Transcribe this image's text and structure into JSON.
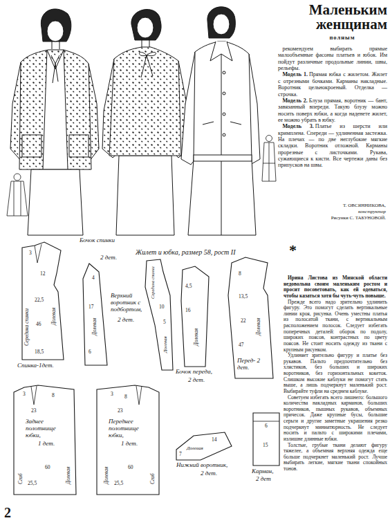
{
  "diagram": {
    "title": "Маленьким женщинам",
    "nodes": [
      {
        "text": [
          "Спинка-1дет."
        ]
      },
      {
        "text": [
          "Бочок спинки",
          "2 дет."
        ]
      },
      {
        "text": [
          "Верхний воротник с подбортом,",
          "2 дет."
        ]
      },
      {
        "text": [
          "Бочок переда,",
          "2 дет."
        ]
      },
      {
        "text": [
          "Перед- 2 дет."
        ]
      },
      {
        "text": [
          "Заднее полотнище юбки,",
          "1 дет."
        ]
      },
      {
        "text": [
          "Переднее полотнище юбки,",
          "1 дет."
        ]
      },
      {
        "text": [
          "Нижний воротник,",
          "2 дет."
        ]
      },
      {
        "text": [
          "Карман,",
          "2 дет"
        ]
      }
    ],
    "labels": [
      "полным",
      "рекомендуем выбирать прямые малообъемные фасоны платьев и юбок. Им пойдут различные продольные линии, швы, рельефы.",
      "Модель 1.",
      "Прямая юбка с жилетом. Жилет с отрезными бочками. Карманы накладные. Воротник цельнокроеный. Отделка — строчка.",
      "Модель 2.",
      "Блуза прямая, воротник — бант, завязанный впереди. Такую блузу можно носить поверх юбки, а когда наденете жилет, ее можно убрать в юбку.",
      "Модель 3.",
      "Платье из шерсти или кримплена. Спереди — удлиненная застежка. На плечах — по две неглубокие мягкие складки. Воротник отложной. Карманы прорезные с листочками. Рукава, сужающиеся к кисти. Все чертежи даны без припусков на швы.",
      "Т. ОВСЯННИКОВА,",
      "конструктор",
      "Рисунки С. ТАБУНОВОЙ.",
      "*",
      "Ирина Листова из Минской области недовольна своим маленьким ростом и просит посоветовать, как ей одеваться, чтобы казаться хотя бы чуть-чуть повыше.",
      "Прежде всего надо зрительно удлинить фигуру. Это помогут сделать вертикальные линии кроя, рисунка. Очень уместны платья из полосатой ткани, с вертикальным расположением полосок. Следует избегать поперечных деталей: оборок по подолу, широких поясов, контрастных по цвету поясов. Не стоит носить одежду из ткани с крупным рисунком.",
      "Удлиняет зрительно фигуру и платье без рукавов. Пальто предпочтительно без хлястиков, без больших и широких воротников, без горизонтальных кокеток. Слишком высокие каблуки не помогут стать выше, а лишь подчеркнут маленький рост. Выбирайте туфли на среднем каблуке.",
      "Советуем избегать всего лишнего: большого количества накладных карманов, больших воротников, пышных рукавов, объемных причесок. Даже крупные бусы, большие серьги и другие заметные украшения резко подчеркнут миниатюрность. Не следует носить и пальто с широкими плечами, излишне длинные юбки.",
      "Толстые, грубые ткани делают фигуру тяжелее, а объемная верхняя одежда еще больше подчеркнет маленький рост. Лучше выбирать легкие, мягкие ткани спокойных тонов.",
      "Жилет и юбка, размер 58, рост II",
      "2",
      "Середина спинки",
      "Долевая",
      "Долевая",
      "Середина спинки",
      "Долевая",
      "Долевая",
      "Долевая",
      "Сгиб",
      "Долевая",
      "Долевая",
      "Сгиб",
      "Долевая",
      "3",
      "12",
      "22,5",
      "46",
      "18,5",
      "4",
      "17",
      "6",
      "10",
      "5",
      "4,5",
      "16",
      "8",
      "13,5",
      "22",
      "47",
      "3",
      "8",
      "23",
      "60",
      "25,5",
      "3",
      "8",
      "23",
      "60",
      "25,5",
      "7",
      "14",
      "6",
      "15"
    ]
  }
}
